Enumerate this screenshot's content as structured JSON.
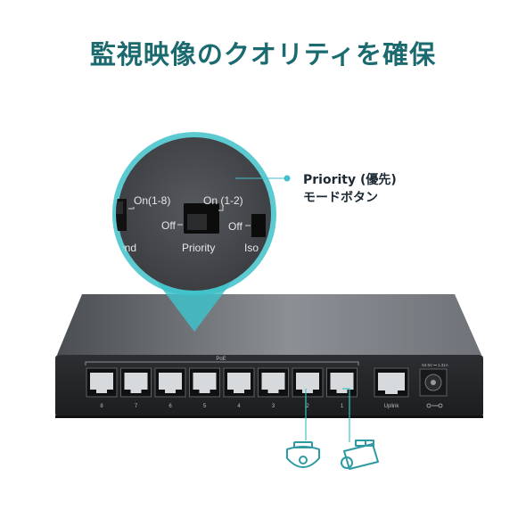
{
  "title": "監視映像のクオリティを確保",
  "callout": {
    "line1": "Priority (優先)",
    "line2": "モードボタン"
  },
  "zoom": {
    "left_on": "On(1-8)",
    "center_on": "On (1-2)",
    "off_left": "Off",
    "off_right": "Off",
    "left_partial": "end",
    "center_label": "Priority",
    "right_partial": "Iso"
  },
  "switch": {
    "poe_label": "PoE",
    "ports": [
      "8",
      "7",
      "6",
      "5",
      "4",
      "3",
      "2",
      "1"
    ],
    "uplink_label": "Uplink",
    "power_rating": "53.5V ⎓ 1.31A"
  },
  "colors": {
    "accent": "#3fc1c9",
    "title": "#1b6a6f",
    "icons": "#2e9aa3"
  },
  "icons": [
    "dome-camera-icon",
    "bullet-camera-icon",
    "dc-power-symbol-icon"
  ]
}
